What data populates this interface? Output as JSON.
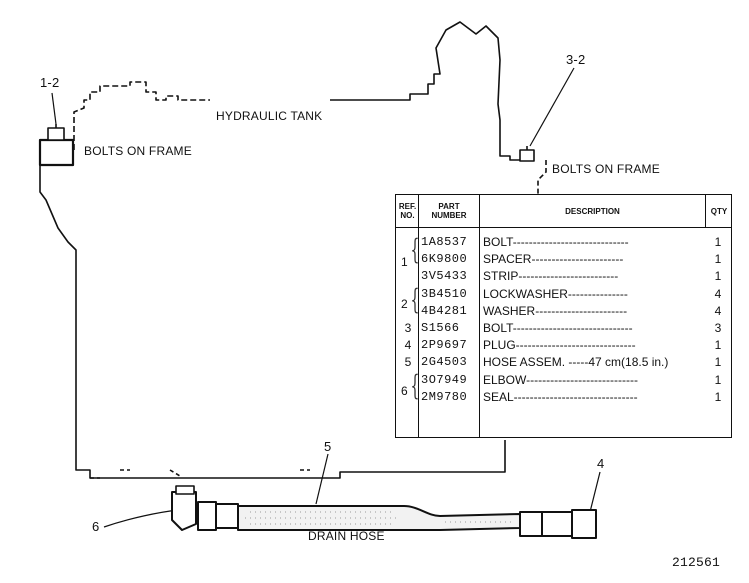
{
  "labels": {
    "hydraulic_tank": "HYDRAULIC TANK",
    "bolts_left": "BOLTS ON FRAME",
    "bolts_right": "BOLTS ON FRAME",
    "drain_hose": "DRAIN HOSE",
    "figure_number": "212561"
  },
  "callouts": {
    "c12": "1-2",
    "c32": "3-2",
    "c4": "4",
    "c5": "5",
    "c6": "6"
  },
  "table": {
    "headers": {
      "ref_line1": "REF.",
      "ref_line2": "NO.",
      "part_line1": "PART",
      "part_line2": "NUMBER",
      "description": "DESCRIPTION",
      "qty": "QTY"
    },
    "rows": [
      {
        "ref": "",
        "part": "1A8537",
        "desc": "BOLT-----------------------------",
        "qty": "1"
      },
      {
        "ref": "",
        "part": "6K9800",
        "desc": "SPACER-----------------------",
        "qty": "1"
      },
      {
        "ref": "",
        "part": "3V5433",
        "desc": "STRIP-------------------------",
        "qty": "1"
      },
      {
        "ref": "",
        "part": "3B4510",
        "desc": "LOCKWASHER---------------",
        "qty": "4"
      },
      {
        "ref": "",
        "part": "4B4281",
        "desc": "WASHER-----------------------",
        "qty": "4"
      },
      {
        "ref": "3",
        "part": "S1566",
        "desc": "BOLT------------------------------",
        "qty": "3"
      },
      {
        "ref": "4",
        "part": "2P9697",
        "desc": "PLUG------------------------------",
        "qty": "1"
      },
      {
        "ref": "5",
        "part": "2G4503",
        "desc": "HOSE ASSEM. -----47 cm(18.5 in.)",
        "qty": "1"
      },
      {
        "ref": "",
        "part": "3O7949",
        "desc": "ELBOW----------------------------",
        "qty": "1"
      },
      {
        "ref": "",
        "part": "2M9780",
        "desc": "SEAL-------------------------------",
        "qty": "1"
      }
    ],
    "groups": [
      {
        "ref": "1"
      },
      {
        "ref": "2"
      },
      {
        "ref": "6"
      }
    ]
  }
}
